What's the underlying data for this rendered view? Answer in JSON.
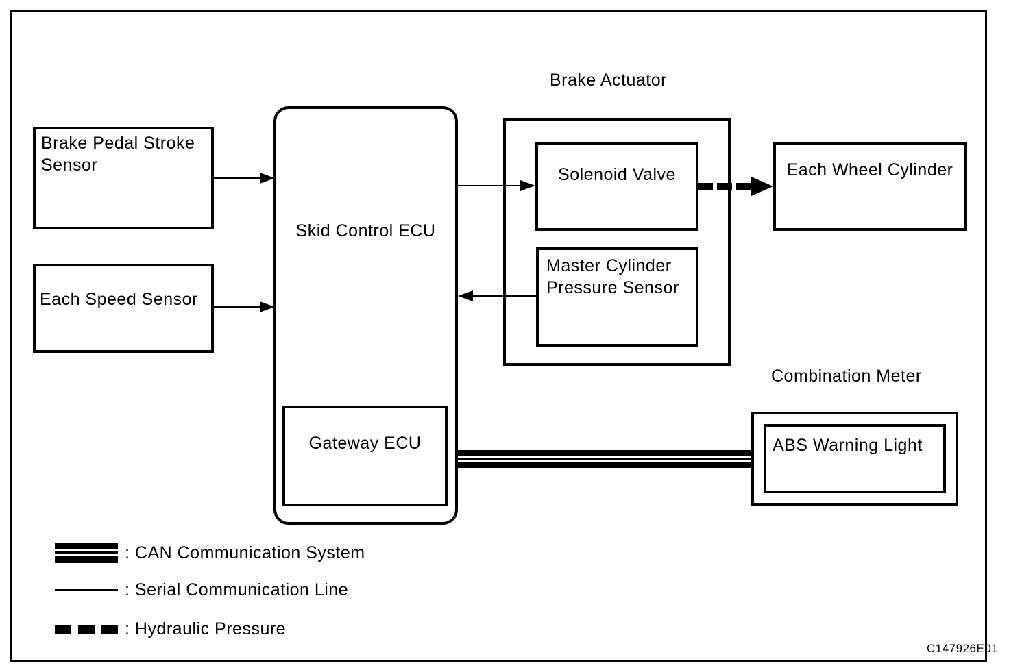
{
  "diagram": {
    "type": "block-diagram",
    "subject": "ABS system wiring / communication diagram",
    "figure_code": "C147926E01",
    "colors": {
      "ink": "#000000",
      "background": "#ffffff"
    },
    "nodes": {
      "brake_pedal_stroke_sensor": {
        "label": "Brake Pedal Stroke\nSensor"
      },
      "each_speed_sensor": {
        "label": "Each Speed Sensor"
      },
      "skid_control_ecu": {
        "label": "Skid Control ECU"
      },
      "gateway_ecu": {
        "label": "Gateway ECU"
      },
      "brake_actuator": {
        "label": "Brake Actuator"
      },
      "solenoid_valve": {
        "label": "Solenoid Valve"
      },
      "master_cylinder_pressure_sensor": {
        "label": "Master Cylinder\nPressure Sensor"
      },
      "each_wheel_cylinder": {
        "label": "Each Wheel Cylinder"
      },
      "combination_meter": {
        "label": "Combination Meter"
      },
      "abs_warning_light": {
        "label": "ABS Warning Light"
      }
    },
    "connections": [
      {
        "from": "Brake Pedal Stroke Sensor",
        "to": "Skid Control ECU",
        "type": "serial-communication-line"
      },
      {
        "from": "Each Speed Sensor",
        "to": "Skid Control ECU",
        "type": "serial-communication-line"
      },
      {
        "from": "Skid Control ECU",
        "to": "Solenoid Valve",
        "type": "serial-communication-line"
      },
      {
        "from": "Master Cylinder Pressure Sensor",
        "to": "Skid Control ECU",
        "type": "serial-communication-line"
      },
      {
        "from": "Solenoid Valve",
        "to": "Each Wheel Cylinder",
        "type": "hydraulic-pressure"
      },
      {
        "from": "Gateway ECU",
        "to": "ABS Warning Light",
        "type": "can-communication-system"
      }
    ],
    "legend": {
      "items": [
        {
          "symbol": "can-triple-line",
          "label": ": CAN Communication System"
        },
        {
          "symbol": "serial-thin-line",
          "label": ": Serial Communication Line"
        },
        {
          "symbol": "hydraulic-dashed-line",
          "label": ": Hydraulic Pressure"
        }
      ]
    }
  }
}
